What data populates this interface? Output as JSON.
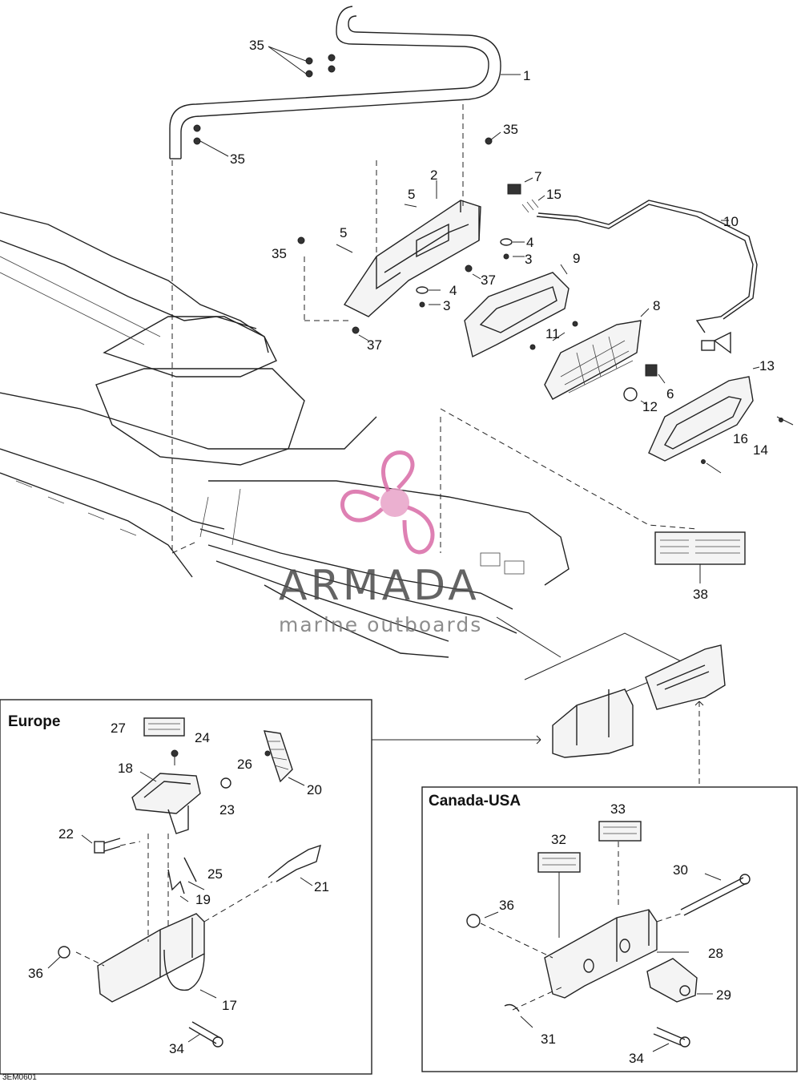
{
  "callouts": {
    "c1": "1",
    "c2": "2",
    "c3a": "3",
    "c3b": "3",
    "c4a": "4",
    "c4b": "4",
    "c5a": "5",
    "c5b": "5",
    "c6": "6",
    "c7": "7",
    "c8": "8",
    "c9": "9",
    "c10": "10",
    "c11": "11",
    "c12": "12",
    "c13": "13",
    "c14": "14",
    "c15": "15",
    "c16": "16",
    "c17": "17",
    "c18": "18",
    "c19": "19",
    "c20": "20",
    "c21": "21",
    "c22": "22",
    "c23": "23",
    "c24": "24",
    "c25": "25",
    "c26": "26",
    "c27": "27",
    "c28": "28",
    "c29": "29",
    "c30": "30",
    "c31": "31",
    "c32": "32",
    "c33": "33",
    "c34a": "34",
    "c34b": "34",
    "c35a": "35",
    "c35b": "35",
    "c35c": "35",
    "c35d": "35",
    "c36a": "36",
    "c36b": "36",
    "c37a": "37",
    "c37b": "37",
    "c38": "38"
  },
  "regions": {
    "europe": "Europe",
    "canada_usa": "Canada-USA"
  },
  "watermark": {
    "brand": "ARMADA",
    "tagline": "marine outboards",
    "logo_colors": {
      "primary": "#e8a3c8",
      "accent": "#d96aa6"
    }
  },
  "figure_code": "3EM0601"
}
